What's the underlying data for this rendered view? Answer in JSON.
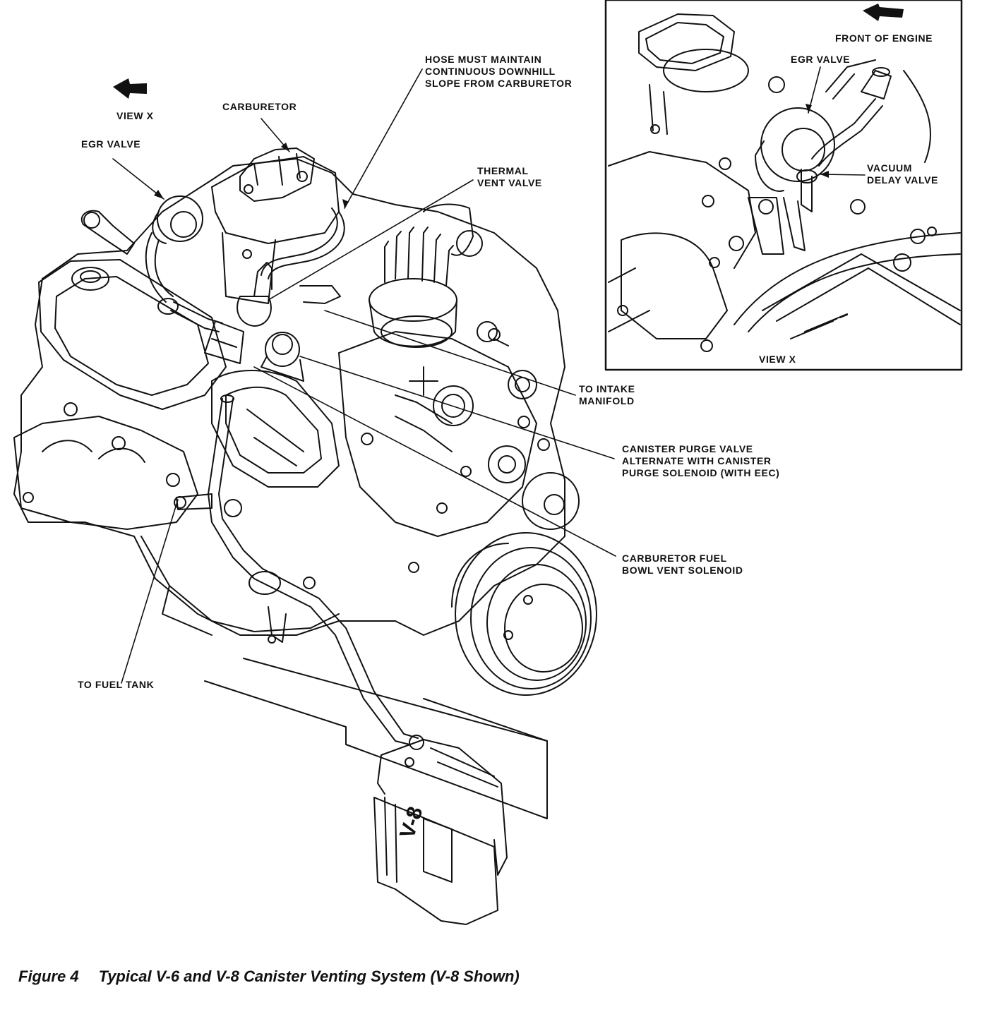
{
  "figure": {
    "number": "Figure 4",
    "title": "Typical V-6 and V-8 Canister Venting System (V-8 Shown)"
  },
  "main_view": {
    "view_label": "VIEW X",
    "labels": {
      "carburetor": "CARBURETOR",
      "egr_valve": "EGR VALVE",
      "hose_note": [
        "HOSE MUST MAINTAIN",
        "CONTINUOUS DOWNHILL",
        "SLOPE FROM CARBURETOR"
      ],
      "thermal_vent_valve": [
        "THERMAL",
        "VENT VALVE"
      ],
      "to_intake_manifold": [
        "TO INTAKE",
        "MANIFOLD"
      ],
      "canister_purge_valve": [
        "CANISTER PURGE VALVE",
        "ALTERNATE WITH CANISTER",
        "PURGE SOLENOID (WITH EEC)"
      ],
      "fuel_bowl_vent_solenoid": [
        "CARBURETOR FUEL",
        "BOWL VENT SOLENOID"
      ],
      "to_fuel_tank": "TO FUEL TANK"
    }
  },
  "inset_view": {
    "view_label": "VIEW X",
    "labels": {
      "front_of_engine": "FRONT OF ENGINE",
      "egr_valve": "EGR VALVE",
      "vacuum_delay_valve": [
        "VACUUM",
        "DELAY  VALVE"
      ]
    }
  },
  "canister_marking": "V-8"
}
